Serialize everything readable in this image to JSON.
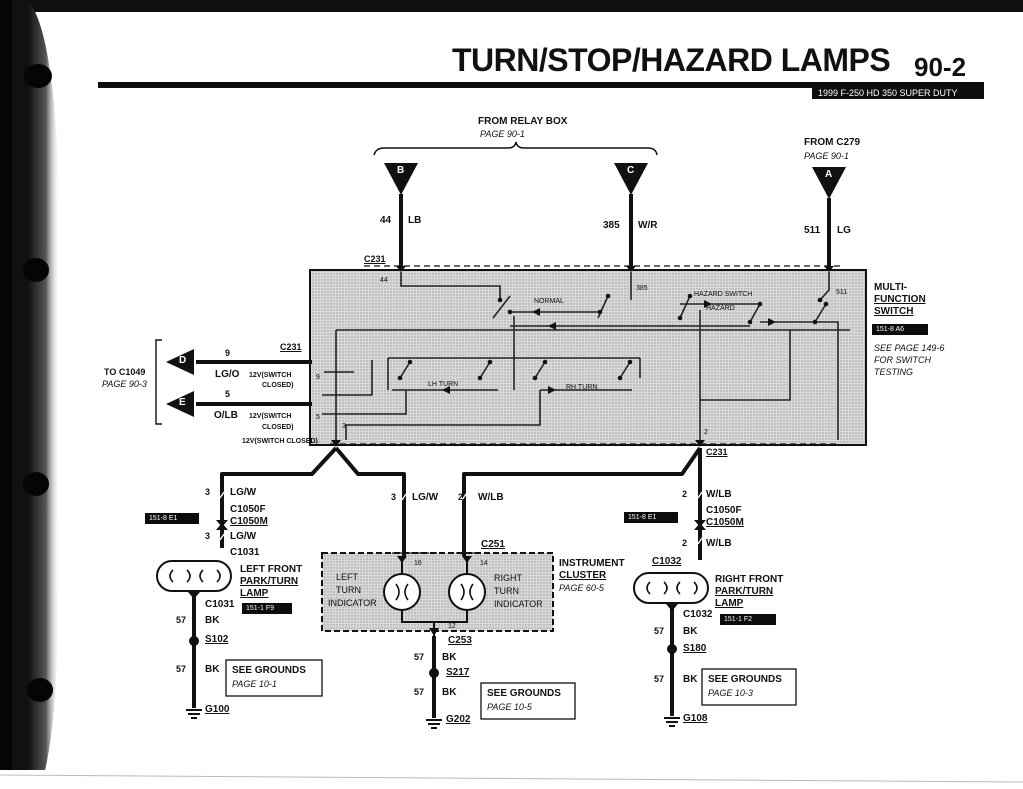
{
  "header": {
    "title": "TURN/STOP/HAZARD LAMPS",
    "page_number": "90-2",
    "vehicle": "1999 F-250 HD 350 SUPER DUTY"
  },
  "sources": {
    "relay_box": {
      "title": "FROM RELAY BOX",
      "page": "PAGE 90-1"
    },
    "c279": {
      "title": "FROM C279",
      "page": "PAGE 90-1"
    }
  },
  "connectors": {
    "B": {
      "letter": "B",
      "circuit": "44",
      "color": "LB"
    },
    "C": {
      "letter": "C",
      "circuit": "385",
      "color": "W/R"
    },
    "A": {
      "letter": "A",
      "circuit": "511",
      "color": "LG"
    },
    "D": {
      "letter": "D",
      "circuit": "9",
      "color": "LG/O",
      "note1": "12V(SWITCH",
      "note2": "CLOSED)"
    },
    "E": {
      "letter": "E",
      "circuit": "5",
      "color": "O/LB",
      "note1": "12V(SWITCH",
      "note2": "CLOSED)"
    }
  },
  "to_c1049": {
    "title": "TO C1049",
    "page": "PAGE 90-3"
  },
  "switch": {
    "connector_top": "C231",
    "connector_left": "C231",
    "pin_44": "44",
    "pin_385": "385",
    "pin_511": "511",
    "pin_9": "9",
    "pin_5": "5",
    "pin_3": "3",
    "pin_2": "2",
    "normal": "NORMAL",
    "hazard_switch": "HAZARD SWITCH",
    "hazard": "HAZARD",
    "lh_turn": "LH TURN",
    "rh_turn": "RH TURN",
    "name1": "MULTI-",
    "name2": "FUNCTION",
    "name3": "SWITCH",
    "ref": "151-8 A6",
    "see1": "SEE PAGE 149-6",
    "see2": "FOR SWITCH",
    "see3": "TESTING",
    "bottom_note": "12V(SWITCH CLOSED)",
    "c231_right": "C231"
  },
  "left": {
    "wire1_num": "3",
    "wire1_color": "LG/W",
    "ref1": "151-8 E1",
    "c1050f": "C1050F",
    "c1050m": "C1050M",
    "wire2_num": "3",
    "wire2_color": "LG/W",
    "c1031_top": "C1031",
    "lamp1": "LEFT FRONT",
    "lamp2": "PARK/TURN",
    "lamp3": "LAMP",
    "c1031_bot": "C1031",
    "ref2": "151-1 F9",
    "gnd_num1": "57",
    "gnd_color1": "BK",
    "splice": "S102",
    "gnd_num2": "57",
    "gnd_color2": "BK",
    "see_grounds": "SEE GROUNDS",
    "see_page": "PAGE 10-1",
    "ground": "G100"
  },
  "center": {
    "wire1_num": "3",
    "wire1_color": "LG/W",
    "wire2_num": "2",
    "wire2_color": "W/LB",
    "c251": "C251",
    "pin16": "16",
    "pin14": "14",
    "pin12": "12",
    "left_ind1": "LEFT",
    "left_ind2": "TURN",
    "left_ind3": "INDICATOR",
    "right_ind1": "RIGHT",
    "right_ind2": "TURN",
    "right_ind3": "INDICATOR",
    "cluster1": "INSTRUMENT",
    "cluster2": "CLUSTER",
    "cluster_page": "PAGE 60-5",
    "c253": "C253",
    "gnd_num1": "57",
    "gnd_color1": "BK",
    "splice": "S217",
    "gnd_num2": "57",
    "gnd_color2": "BK",
    "see_grounds": "SEE GROUNDS",
    "see_page": "PAGE 10-5",
    "ground": "G202"
  },
  "right": {
    "c231": "C231",
    "wire1_num": "2",
    "wire1_color": "W/LB",
    "ref1": "151-8 E1",
    "c1050f": "C1050F",
    "c1050m": "C1050M",
    "wire2_num": "2",
    "wire2_color": "W/LB",
    "c1032_top": "C1032",
    "lamp1": "RIGHT FRONT",
    "lamp2": "PARK/TURN",
    "lamp3": "LAMP",
    "c1032_bot": "C1032",
    "ref2": "151-1 F2",
    "gnd_num1": "57",
    "gnd_color1": "BK",
    "splice": "S180",
    "gnd_num2": "57",
    "gnd_color2": "BK",
    "see_grounds": "SEE GROUNDS",
    "see_page": "PAGE 10-3",
    "ground": "G108"
  },
  "colors": {
    "ink": "#111111",
    "shade": "#d4d4d4",
    "paper": "#ffffff"
  }
}
